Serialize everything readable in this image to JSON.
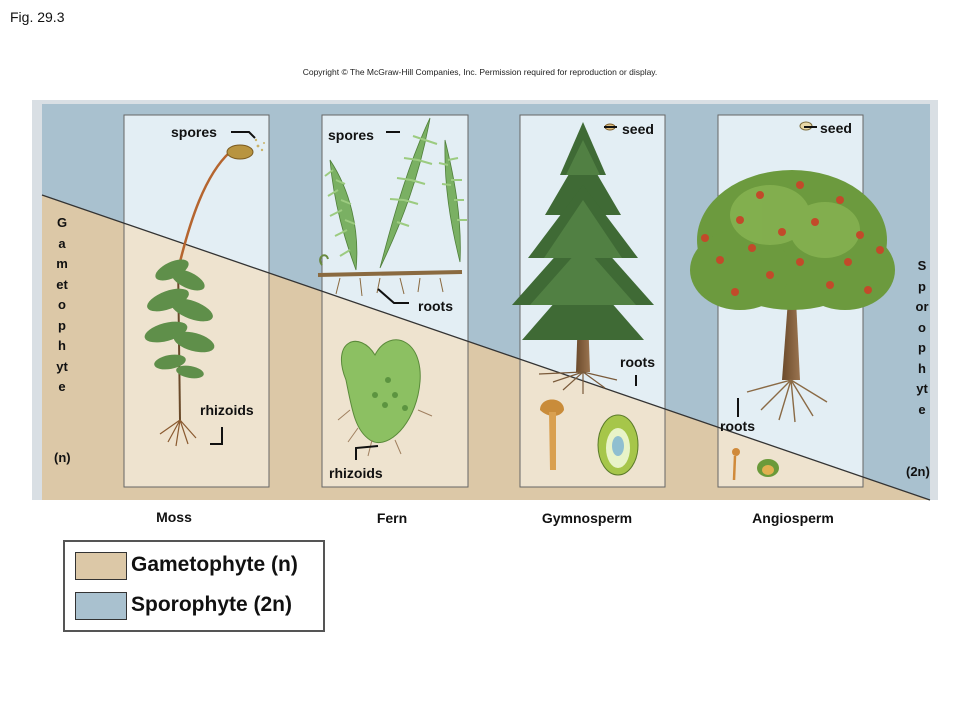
{
  "figure": {
    "fig_label": "Fig. 29.3",
    "copyright": "Copyright © The McGraw-Hill Companies, Inc. Permission required for reproduction or display."
  },
  "colors": {
    "gametophyte": "#dcc8a7",
    "sporophyte": "#a9c1cf",
    "panel_light": "#e3eef4",
    "panel_tan": "#eee3cf"
  },
  "side_labels": {
    "gametophyte_word": "Gametophyte",
    "gametophyte_ploidy": "(n)",
    "sporophyte_word": "Sporophyte",
    "sporophyte_ploidy": "(2n)"
  },
  "panels": {
    "moss": {
      "caption": "Moss",
      "spores": "spores",
      "rhizoids": "rhizoids"
    },
    "fern": {
      "caption": "Fern",
      "spores": "spores",
      "roots": "roots",
      "rhizoids": "rhizoids"
    },
    "gymnosperm": {
      "caption": "Gymnosperm",
      "seed": "seed",
      "roots": "roots"
    },
    "angiosperm": {
      "caption": "Angiosperm",
      "seed": "seed",
      "roots": "roots"
    }
  },
  "legend": {
    "gametophyte_label": "Gametophyte (n)",
    "sporophyte_label": "Sporophyte (2n)"
  }
}
